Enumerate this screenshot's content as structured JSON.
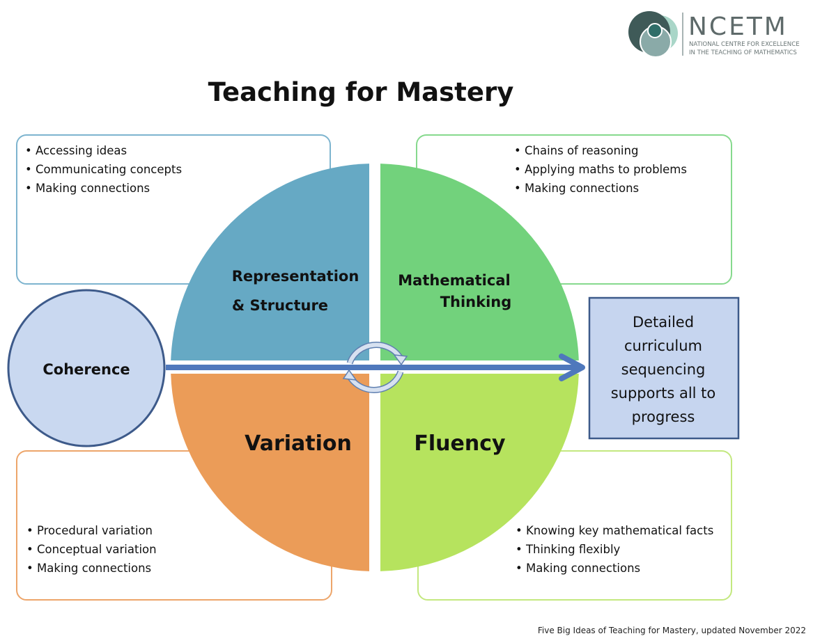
{
  "logo": {
    "name": "NCETM",
    "line1": "NATIONAL CENTRE FOR EXCELLENCE",
    "line2": "IN THE TEACHING OF MATHEMATICS"
  },
  "title": "Teaching for Mastery",
  "quadrants": {
    "representation": {
      "label1": "Representation",
      "label2": "& Structure",
      "color": "#66a9c4",
      "bullets": [
        "• Accessing ideas",
        "• Communicating concepts",
        "• Making connections"
      ],
      "box_color": "#7db4cf"
    },
    "thinking": {
      "label1": "Mathematical",
      "label2": "Thinking",
      "color": "#72d27c",
      "bullets": [
        "• Chains of reasoning",
        "• Applying maths to problems",
        "• Making connections"
      ],
      "box_color": "#86d98d"
    },
    "variation": {
      "label": "Variation",
      "color": "#eb9c58",
      "bullets": [
        "• Procedural variation",
        "• Conceptual variation",
        "• Making connections"
      ],
      "box_color": "#eda56a"
    },
    "fluency": {
      "label": "Fluency",
      "color": "#b6e35e",
      "bullets": [
        "• Knowing key mathematical facts",
        "• Thinking flexibly",
        "• Making connections"
      ],
      "box_color": "#c3e87f"
    }
  },
  "coherence": {
    "label": "Coherence",
    "color": "#c9d8f0"
  },
  "curriculum_box": {
    "lines": [
      "Detailed",
      "curriculum",
      "sequencing",
      "supports all to",
      "progress"
    ],
    "color": "#c6d5ef"
  },
  "arrow_color": "#4f78bc",
  "footer": "Five Big Ideas of Teaching for Mastery, updated November 2022"
}
